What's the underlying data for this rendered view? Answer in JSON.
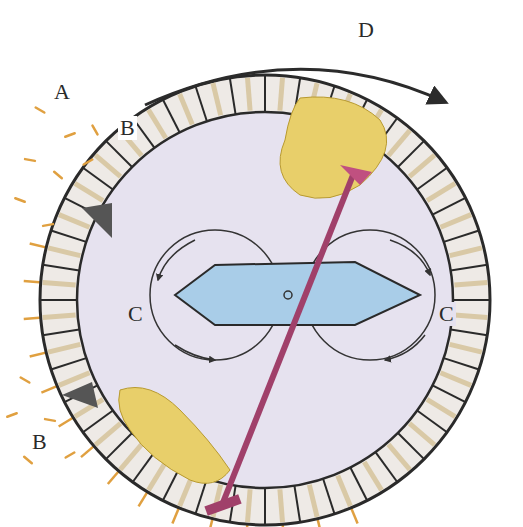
{
  "diagram": {
    "labels": [
      "D",
      "A",
      "B",
      "C",
      "C",
      "B"
    ]
  }
}
